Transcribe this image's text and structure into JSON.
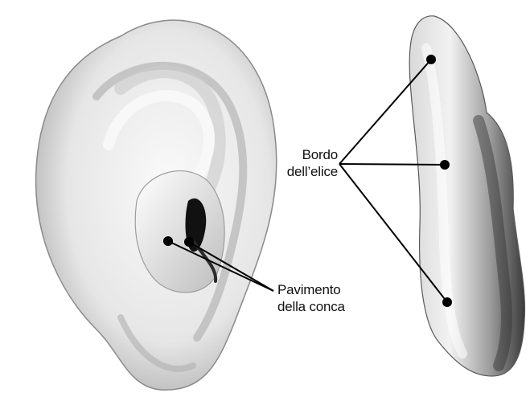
{
  "labels": {
    "helix_rim": {
      "line1": "Bordo",
      "line2": "dell’elice"
    },
    "concha_floor": {
      "line1": "Pavimento",
      "line2": "della conca"
    }
  },
  "colors": {
    "skin_light": "#f4f4f4",
    "skin_shadow": "#6f6f6f",
    "cavity_dark": "#111111",
    "leader_line": "#000000",
    "text": "#111111"
  },
  "icons": [
    "ear-illustration",
    "ear-side-illustration"
  ]
}
